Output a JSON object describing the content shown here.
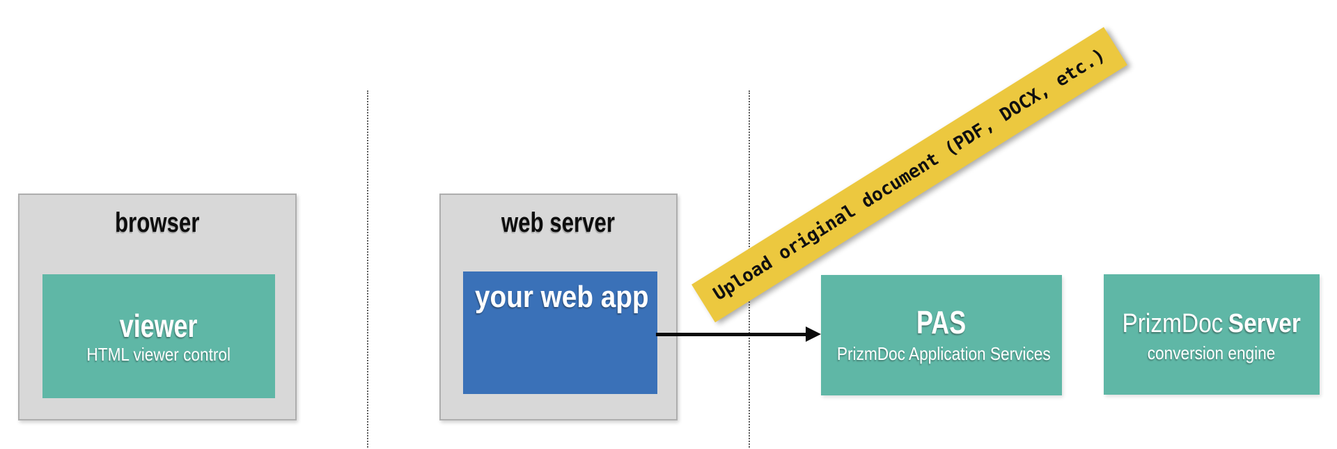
{
  "browser": {
    "title": "browser",
    "viewer": {
      "title": "viewer",
      "subtitle": "HTML viewer control"
    }
  },
  "web_server": {
    "title": "web server",
    "app": {
      "title": "your web app"
    }
  },
  "ribbon": {
    "label": "Upload original document (PDF, DOCX, etc.)"
  },
  "pas": {
    "title": "PAS",
    "subtitle": "PrizmDoc Application Services"
  },
  "prizmdoc_server": {
    "title_regular": "PrizmDoc",
    "title_bold": "Server",
    "subtitle": "conversion engine"
  },
  "colors": {
    "teal": "#5fb7a6",
    "blue": "#3a71b8",
    "yellow": "#ecc83f",
    "gray_fill": "#d8d8d8",
    "gray_border": "#aeaeae",
    "divider_dots": "#5c5c5c",
    "arrow_black": "#0b0b0b",
    "title_black": "#0d0d0d",
    "white_text": "#ffffff"
  }
}
